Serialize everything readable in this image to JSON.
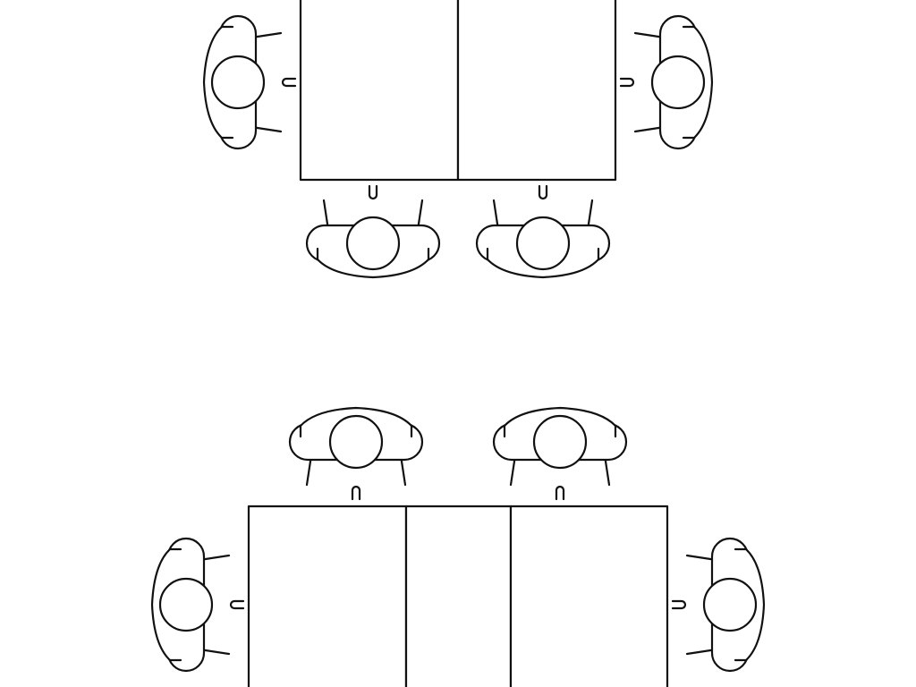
{
  "diagram": {
    "kind": "seating-layout-top-view",
    "stroke_color": "#111111",
    "background_color": "#ffffff",
    "groups": [
      {
        "name": "upper-group",
        "table_segments": 2,
        "seats": 4
      },
      {
        "name": "lower-group",
        "table_segments": 3,
        "seats": 4
      }
    ]
  }
}
